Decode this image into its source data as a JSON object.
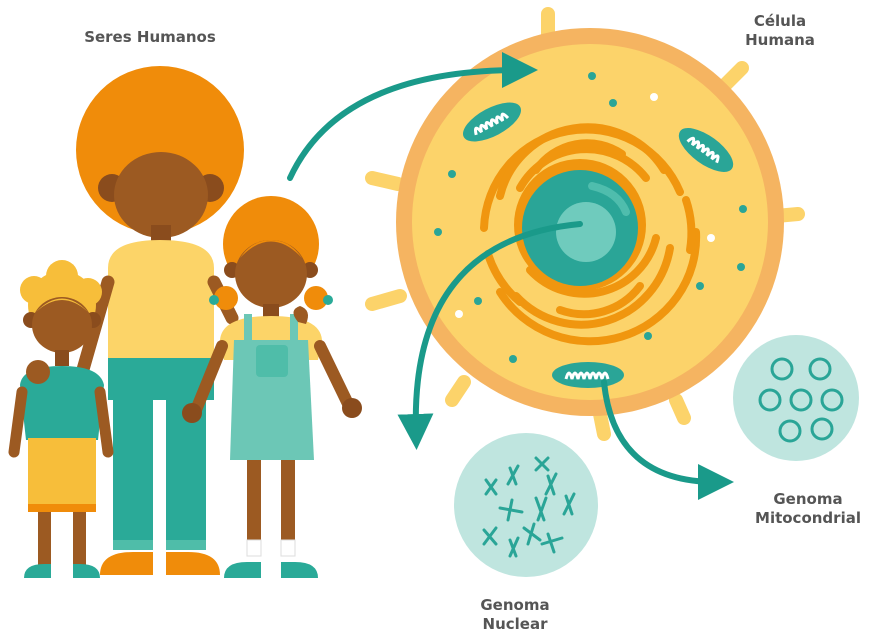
{
  "labels": {
    "humans": "Seres Humanos",
    "cell_line1": "Célula",
    "cell_line2": "Humana",
    "nuclear_line1": "Genoma",
    "nuclear_line2": "Nuclear",
    "mito_line1": "Genoma",
    "mito_line2": "Mitocondrial"
  },
  "colors": {
    "teal_arrow": "#1a9a8a",
    "cell_outer": "#f5b461",
    "cell_inner": "#fcd36a",
    "organelle_orange": "#f0960f",
    "nucleus": "#2aa597",
    "genome_circle": "#bfe5df",
    "hair_orange": "#f08c0a",
    "hair_yellow": "#f7be3a",
    "skin": "#9c5a22",
    "shirt_yellow": "#fcd468",
    "teal_clothes": "#2aaa98",
    "overalls": "#6cc7b6"
  }
}
